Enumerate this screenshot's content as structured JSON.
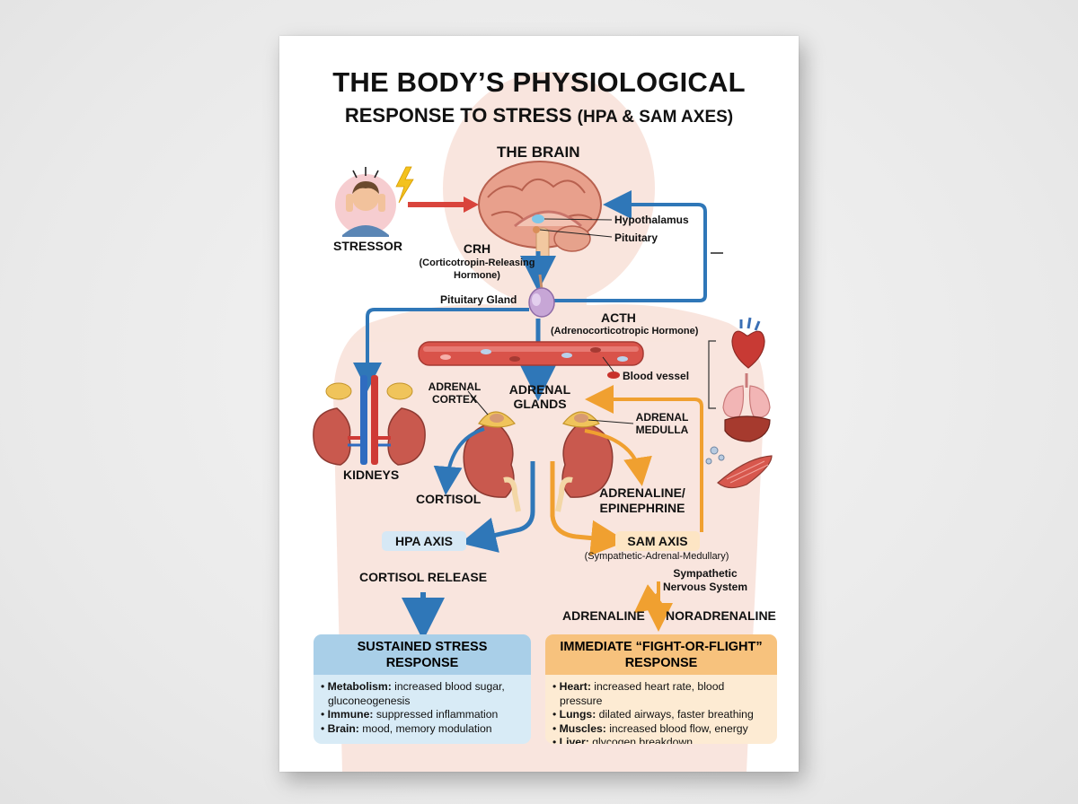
{
  "title": {
    "line1": "THE BODY’S PHYSIOLOGICAL",
    "line2_main": "RESPONSE TO STRESS",
    "line2_sub": "(HPA & SAM AXES)"
  },
  "brain": {
    "label": "THE BRAIN",
    "hypothalamus": "Hypothalamus",
    "pituitary": "Pituitary"
  },
  "stressor": {
    "label": "STRESSOR"
  },
  "crh": {
    "label": "CRH",
    "full1": "(Corticotropin-Releasing",
    "full2": "Hormone)"
  },
  "pituitary_gland": {
    "label": "Pituitary Gland"
  },
  "acth": {
    "label": "ACTH",
    "full": "(Adrenocorticotropic Hormone)"
  },
  "blood_vessel": {
    "label": "Blood vessel"
  },
  "kidneys": {
    "label": "KIDNEYS"
  },
  "adrenal": {
    "cortex1": "ADRENAL",
    "cortex2": "CORTEX",
    "glands1": "ADRENAL",
    "glands2": "GLANDS",
    "medulla1": "ADRENAL",
    "medulla2": "MEDULLA",
    "cortisol": "CORTISOL",
    "adrenaline1": "ADRENALINE/",
    "adrenaline2": "EPINEPHRINE"
  },
  "hpa": {
    "axis": "HPA AXIS",
    "release": "CORTISOL RELEASE"
  },
  "sam": {
    "axis": "SAM AXIS",
    "full": "(Sympathetic-Adrenal-Medullary)",
    "sns1": "Sympathetic",
    "sns2": "Nervous System",
    "adrenaline": "ADRENALINE",
    "noradrenaline": "NORADRENALINE"
  },
  "box_hpa": {
    "head1": "SUSTAINED STRESS",
    "head2": "RESPONSE",
    "items": [
      {
        "term": "Metabolism:",
        "text": " increased blood sugar, gluconeogenesis"
      },
      {
        "term": "Immune:",
        "text": " suppressed inflammation"
      },
      {
        "term": "Brain:",
        "text": " mood, memory modulation"
      }
    ]
  },
  "box_sam": {
    "head1": "IMMEDIATE “FIGHT-OR-FLIGHT”",
    "head2": "RESPONSE",
    "items": [
      {
        "term": "Heart:",
        "text": " increased heart rate, blood pressure"
      },
      {
        "term": "Lungs:",
        "text": " dilated airways, faster breathing"
      },
      {
        "term": "Muscles:",
        "text": " increased blood flow, energy"
      },
      {
        "term": "Liver:",
        "text": " glycogen breakdown"
      }
    ]
  },
  "colors": {
    "hpa_blue": "#2f77b8",
    "sam_orange": "#f0a030",
    "stressor_red": "#d9443c",
    "body_silhouette": "#f7ddd3"
  }
}
